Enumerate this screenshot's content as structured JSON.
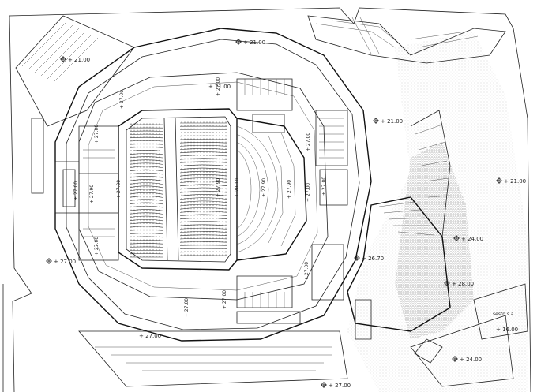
{
  "levels": [
    {
      "id": "lvl-a",
      "text": "+ 21.00"
    },
    {
      "id": "lvl-b",
      "text": "+ 21.00"
    },
    {
      "id": "lvl-c",
      "text": "+ 21.00"
    },
    {
      "id": "lvl-d",
      "text": "+ 27.00"
    },
    {
      "id": "lvl-e",
      "text": "+ 27.00"
    },
    {
      "id": "lvl-f",
      "text": "+ 21.00"
    },
    {
      "id": "lvl-g",
      "text": "+ 26.70"
    },
    {
      "id": "lvl-h",
      "text": "+ 24.00"
    },
    {
      "id": "lvl-i",
      "text": "+ 28.00"
    },
    {
      "id": "lvl-j",
      "text": "+ 24.00"
    },
    {
      "id": "lvl-k",
      "text": "+ 27.00"
    },
    {
      "id": "lvl-l",
      "text": "+ 16.00"
    }
  ],
  "vertical_levels": [
    {
      "id": "v1",
      "text": "+ 27.00"
    },
    {
      "id": "v2",
      "text": "+ 27.00"
    },
    {
      "id": "v3",
      "text": "+ 27.00"
    },
    {
      "id": "v4",
      "text": "+ 27.90"
    },
    {
      "id": "v5",
      "text": "+ 27.00"
    },
    {
      "id": "v6",
      "text": "+ 27.00"
    },
    {
      "id": "v7",
      "text": "+ 27.90"
    },
    {
      "id": "v8",
      "text": "+ 28.10"
    },
    {
      "id": "v9",
      "text": "+ 27.90"
    },
    {
      "id": "v10",
      "text": "+ 27.90"
    },
    {
      "id": "v11",
      "text": "+ 27.00"
    },
    {
      "id": "v12",
      "text": "+ 27.00"
    },
    {
      "id": "v13",
      "text": "+ 27.00"
    },
    {
      "id": "v14",
      "text": "+ 27.00"
    },
    {
      "id": "v15",
      "text": "+ 27.00"
    },
    {
      "id": "v16",
      "text": "+ 27.00"
    },
    {
      "id": "v17",
      "text": "+ 27.00"
    }
  ],
  "small_note": "sesto s.a.",
  "colors": {
    "line": "#222222",
    "background": "#ffffff",
    "hatch": "#9a9a9a"
  }
}
